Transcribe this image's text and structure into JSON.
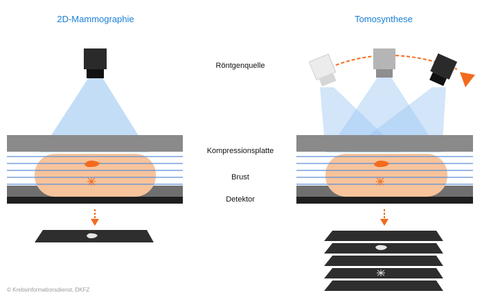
{
  "titles": {
    "left": "2D-Mammographie",
    "right": "Tomosynthese"
  },
  "labels": {
    "source": "Röntgenquelle",
    "compression": "Kompressionsplatte",
    "breast": "Brust",
    "detector": "Detektor"
  },
  "credit": "© Krebsinformationsdienst, DKFZ",
  "colors": {
    "title": "#1a7fd6",
    "beam": "#9cc6f2",
    "breast": "#f7c39b",
    "lesion": "#f26b1d",
    "arrow": "#f26b1d",
    "plate": "#8a8a8a",
    "detector": "#222222",
    "slice": "#3a3a3a",
    "layer_lines": "#5b8fd6"
  },
  "icons": [
    "xray-tube-icon",
    "motion-arc-arrow-icon",
    "down-arrow-icon"
  ]
}
